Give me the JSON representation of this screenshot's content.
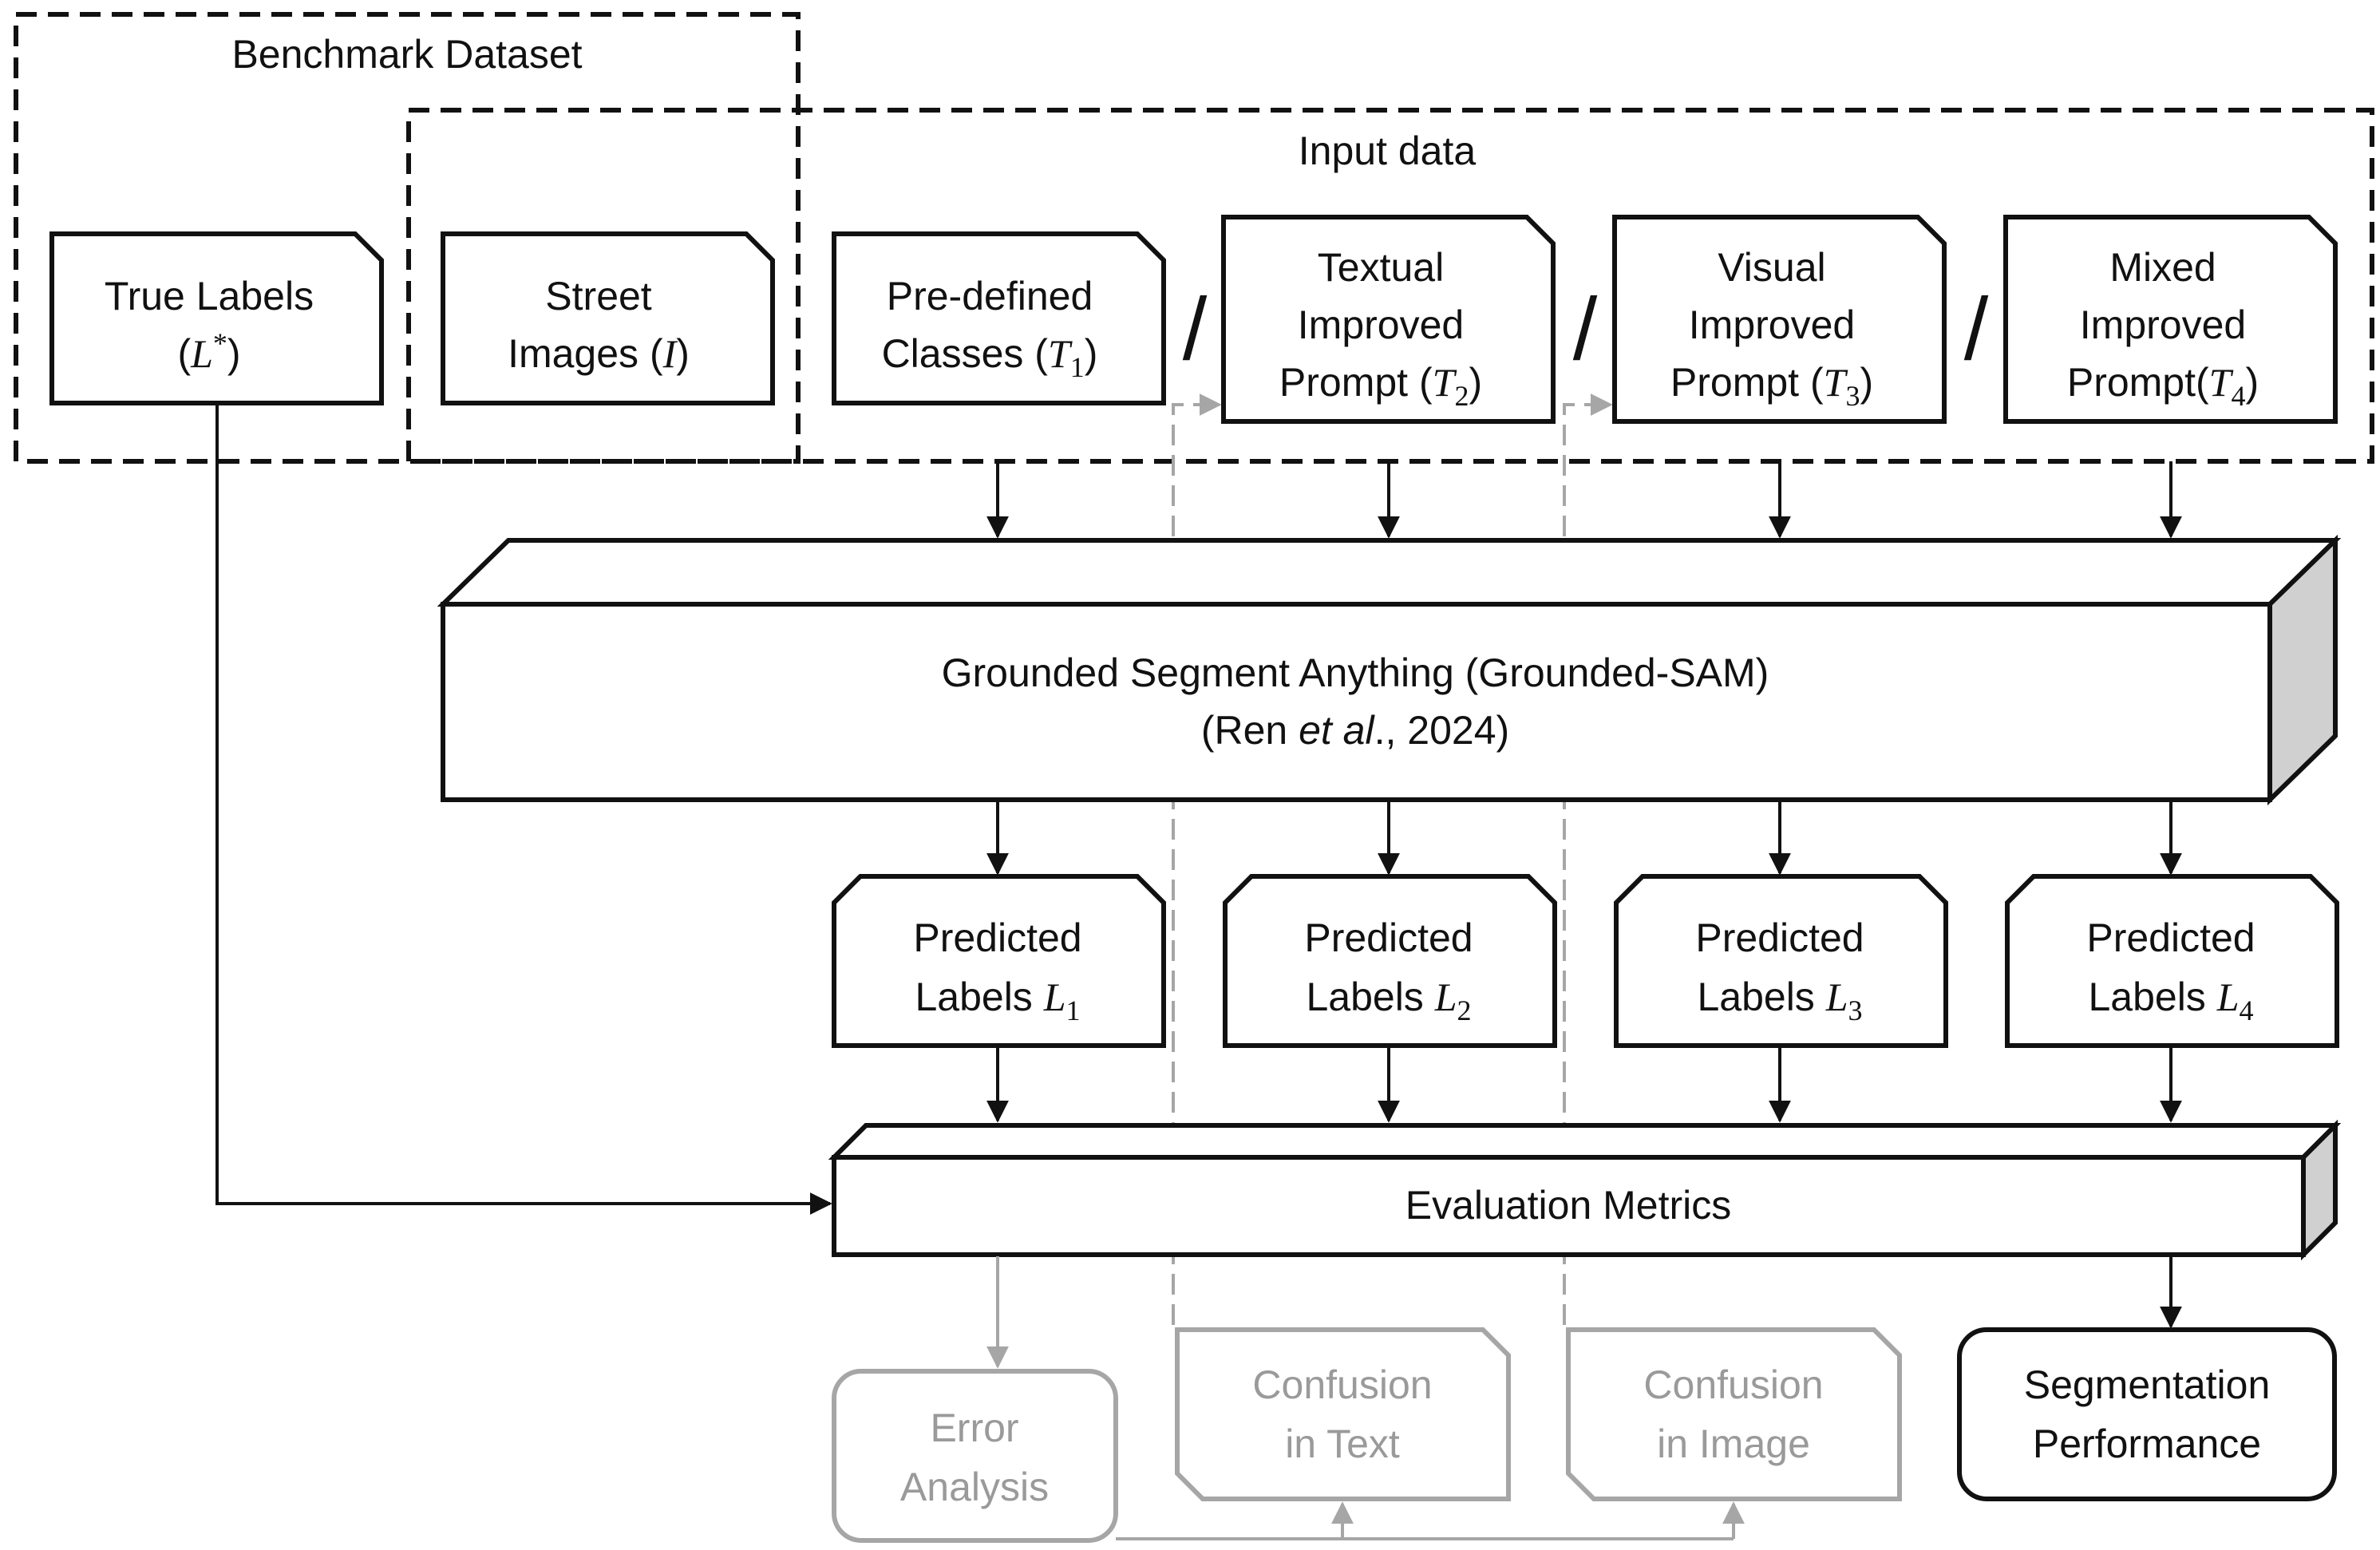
{
  "groups": {
    "benchmark": "Benchmark Dataset",
    "input": "Input data"
  },
  "nodes": {
    "true_labels": {
      "line1": "True Labels",
      "var": "L",
      "sup": "*"
    },
    "street_images": {
      "line1": "Street",
      "line2": "Images",
      "var": "I"
    },
    "t1": {
      "line1": "Pre-defined",
      "line2": "Classes",
      "var": "T",
      "sub": "1"
    },
    "t2": {
      "line1": "Textual",
      "line2": "Improved",
      "line3": "Prompt",
      "var": "T",
      "sub": "2"
    },
    "t3": {
      "line1": "Visual",
      "line2": "Improved",
      "line3": "Prompt",
      "var": "T",
      "sub": "3"
    },
    "t4": {
      "line1": "Mixed",
      "line2": "Improved",
      "line3": "Prompt",
      "var": "T",
      "sub": "4"
    },
    "sam": {
      "line1": "Grounded Segment Anything (Grounded-SAM)",
      "cite_prefix": "(Ren ",
      "cite_italic": "et al",
      "cite_suffix": "., 2024)"
    },
    "pred1": {
      "line1": "Predicted",
      "line2": "Labels",
      "var": "L",
      "sub": "1"
    },
    "pred2": {
      "line1": "Predicted",
      "line2": "Labels",
      "var": "L",
      "sub": "2"
    },
    "pred3": {
      "line1": "Predicted",
      "line2": "Labels",
      "var": "L",
      "sub": "3"
    },
    "pred4": {
      "line1": "Predicted",
      "line2": "Labels",
      "var": "L",
      "sub": "4"
    },
    "metrics": {
      "label": "Evaluation Metrics"
    },
    "error": {
      "line1": "Error",
      "line2": "Analysis"
    },
    "conf_text": {
      "line1": "Confusion",
      "line2": "in Text"
    },
    "conf_image": {
      "line1": "Confusion",
      "line2": "in Image"
    },
    "seg_perf": {
      "line1": "Segmentation",
      "line2": "Performance"
    }
  },
  "separators": [
    "/",
    "/",
    "/"
  ],
  "colors": {
    "stroke": "#111111",
    "inactive": "#a6a6a6",
    "shade": "#d0d0d0"
  }
}
